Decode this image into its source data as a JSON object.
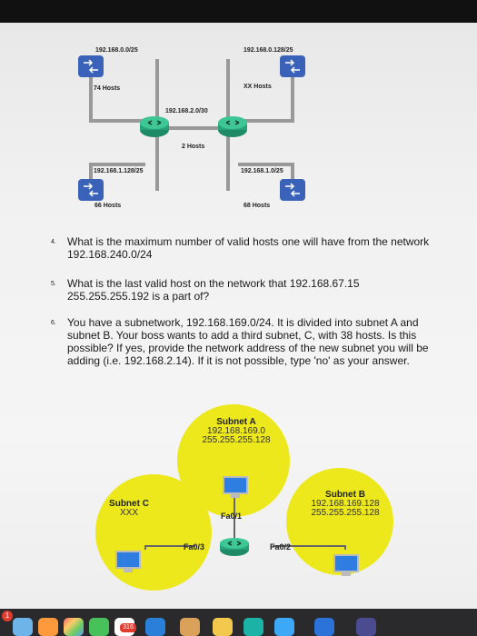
{
  "network1": {
    "subnet_tl": "192.168.0.0/25",
    "subnet_tr": "192.168.0.128/25",
    "hosts_tl": "74 Hosts",
    "hosts_tr": "XX Hosts",
    "link_subnet": "192.168.2.0/30",
    "link_hosts": "2 Hosts",
    "subnet_bl": "192.168.1.128/25",
    "subnet_br": "192.168.1.0/25",
    "hosts_bl": "66 Hosts",
    "hosts_br": "68 Hosts"
  },
  "questions": [
    {
      "num": "4.",
      "text": "What is the maximum number of valid hosts one will have from the network 192.168.240.0/24"
    },
    {
      "num": "5.",
      "text": "What is the last valid host on the network that 192.168.67.15   255.255.255.192 is a part of?"
    },
    {
      "num": "6.",
      "text": "You have a subnetwork, 192.168.169.0/24. It is divided into subnet A and subnet B. Your boss wants to add a third subnet, C, with 38 hosts. Is this possible? If yes, provide the network address of the new subnet you will be adding (i.e. 192.168.2.14). If it is not possible, type 'no' as your answer."
    }
  ],
  "network2": {
    "subnet_a_title": "Subnet A",
    "subnet_a_addr": "192.168.169.0",
    "subnet_a_mask": "255.255.255.128",
    "subnet_b_title": "Subnet B",
    "subnet_b_addr": "192.168.169.128",
    "subnet_b_mask": "255.255.255.128",
    "subnet_c_title": "Subnet C",
    "subnet_c_addr": "XXX",
    "fa01": "Fa0/1",
    "fa02": "Fa0/2",
    "fa03": "Fa0/3"
  },
  "dock": {
    "badge_left": "1",
    "calendar_badge": "316"
  }
}
